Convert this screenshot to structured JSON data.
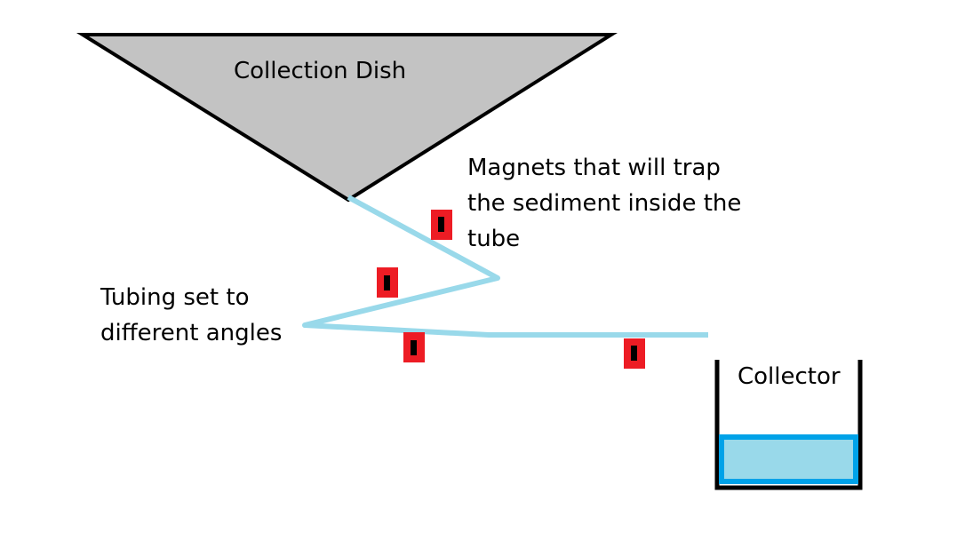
{
  "labels": {
    "collection_dish": "Collection Dish",
    "magnets_line1": "Magnets that will trap",
    "magnets_line2": "the sediment inside the",
    "magnets_line3": "tube",
    "tubing_line1": "Tubing set to",
    "tubing_line2": "different angles",
    "collector": "Collector"
  },
  "colors": {
    "dish_fill": "#c3c3c3",
    "outline": "#000000",
    "tube": "#99d9ea",
    "magnet": "#ed1c24",
    "magnet_core": "#000000",
    "water_fill": "#99d9ea",
    "water_border": "#00a2e8"
  }
}
